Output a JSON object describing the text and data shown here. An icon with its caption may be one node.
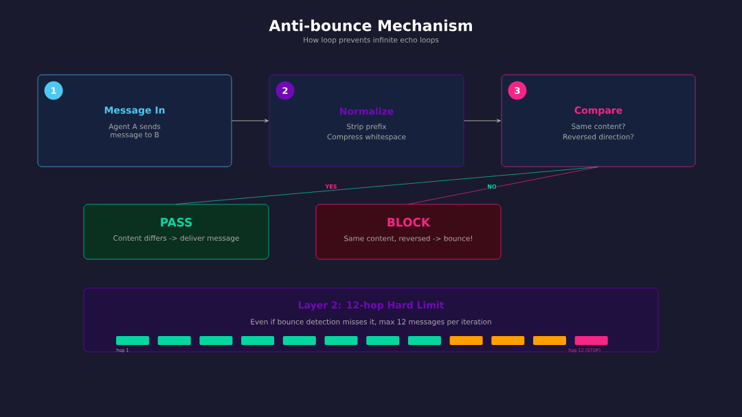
{
  "diagram": {
    "title": "Anti-bounce Mechanism",
    "caption": "How loop prevents infinite echo loops",
    "nodes": [
      {
        "text": [
          "1",
          "Message In",
          "Agent A sends message to B"
        ]
      },
      {
        "text": [
          "2",
          "Normalize",
          "Strip prefix",
          "Compress whitespace"
        ]
      },
      {
        "text": [
          "3",
          "Compare",
          "Same content?",
          "Reversed direction?"
        ]
      },
      {
        "text": [
          "PASS",
          "Content differs -> deliver message"
        ]
      },
      {
        "text": [
          "BLOCK",
          "Same content, reversed -> bounce!"
        ]
      },
      {
        "text": [
          "Layer 2: 12-hop Hard Limit",
          "Even if bounce detection misses it, max 12 messages per iteration"
        ]
      },
      {
        "text": [],
        "shape": "bar",
        "in": 5,
        "beside": [
          "hop 1"
        ]
      },
      {
        "text": [],
        "shape": "bar",
        "in": 5
      },
      {
        "text": [],
        "shape": "bar",
        "in": 5
      },
      {
        "text": [],
        "shape": "bar",
        "in": 5
      },
      {
        "text": [],
        "shape": "bar",
        "in": 5
      },
      {
        "text": [],
        "shape": "bar",
        "in": 5
      },
      {
        "text": [],
        "shape": "bar",
        "in": 5
      },
      {
        "text": [],
        "shape": "bar",
        "in": 5
      },
      {
        "text": [],
        "shape": "bar",
        "in": 5
      },
      {
        "text": [],
        "shape": "bar",
        "in": 5
      },
      {
        "text": [],
        "shape": "bar",
        "in": 5
      },
      {
        "text": [],
        "shape": "bar",
        "in": 5,
        "beside": [
          "hop 12 (STOP)"
        ]
      }
    ],
    "edges": [
      {
        "from": 0,
        "to": 1,
        "arrow": "to"
      },
      {
        "from": 1,
        "to": 2,
        "arrow": "to"
      },
      {
        "from": 2,
        "to": 3,
        "arrow": "none",
        "label": "YES",
        "color": "#06d6a0"
      },
      {
        "from": 2,
        "to": 4,
        "arrow": "none",
        "label": "NO",
        "color": "#f72585"
      }
    ]
  }
}
